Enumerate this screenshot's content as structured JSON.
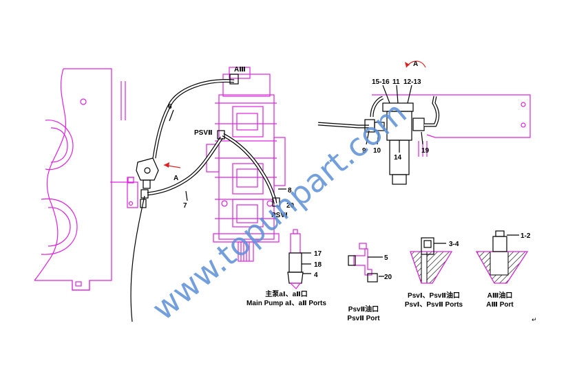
{
  "labels": {
    "a3": "AⅢ",
    "psv2": "PSVⅡ",
    "psv1": "PSVⅠ",
    "n6": "6",
    "n7": "7",
    "n8": "8",
    "n20": "20",
    "arrowA_left": "A",
    "arrowA_right": "A",
    "n1516": "15-16",
    "n11": "11",
    "n1213": "12-13",
    "n9": "9",
    "n10": "10",
    "n14": "14",
    "n19": "19",
    "n17": "17",
    "n18": "18",
    "n4": "4",
    "n5": "5",
    "n20b": "20",
    "n34": "3-4",
    "n12": "1-2"
  },
  "captions": {
    "main_pump_cn": "主泵aⅠ、aⅡ口",
    "main_pump_en": "Main Pump aⅠ、aⅡ Ports",
    "psv2_cn": "PsvⅡ油口",
    "psv2_en": "PsvⅡ Port",
    "psv12_cn": "PsvⅠ、PsvⅡ油口",
    "psv12_en": "PsvⅠ、PsvⅡ Ports",
    "a3_cn": "AⅢ油口",
    "a3_en": "AⅢ Port"
  },
  "watermark": "www.topunpart.com",
  "colors": {
    "outline": "#e020e0",
    "line": "#000000",
    "watermark": "#5b8fd6",
    "hatch": "#000000"
  }
}
